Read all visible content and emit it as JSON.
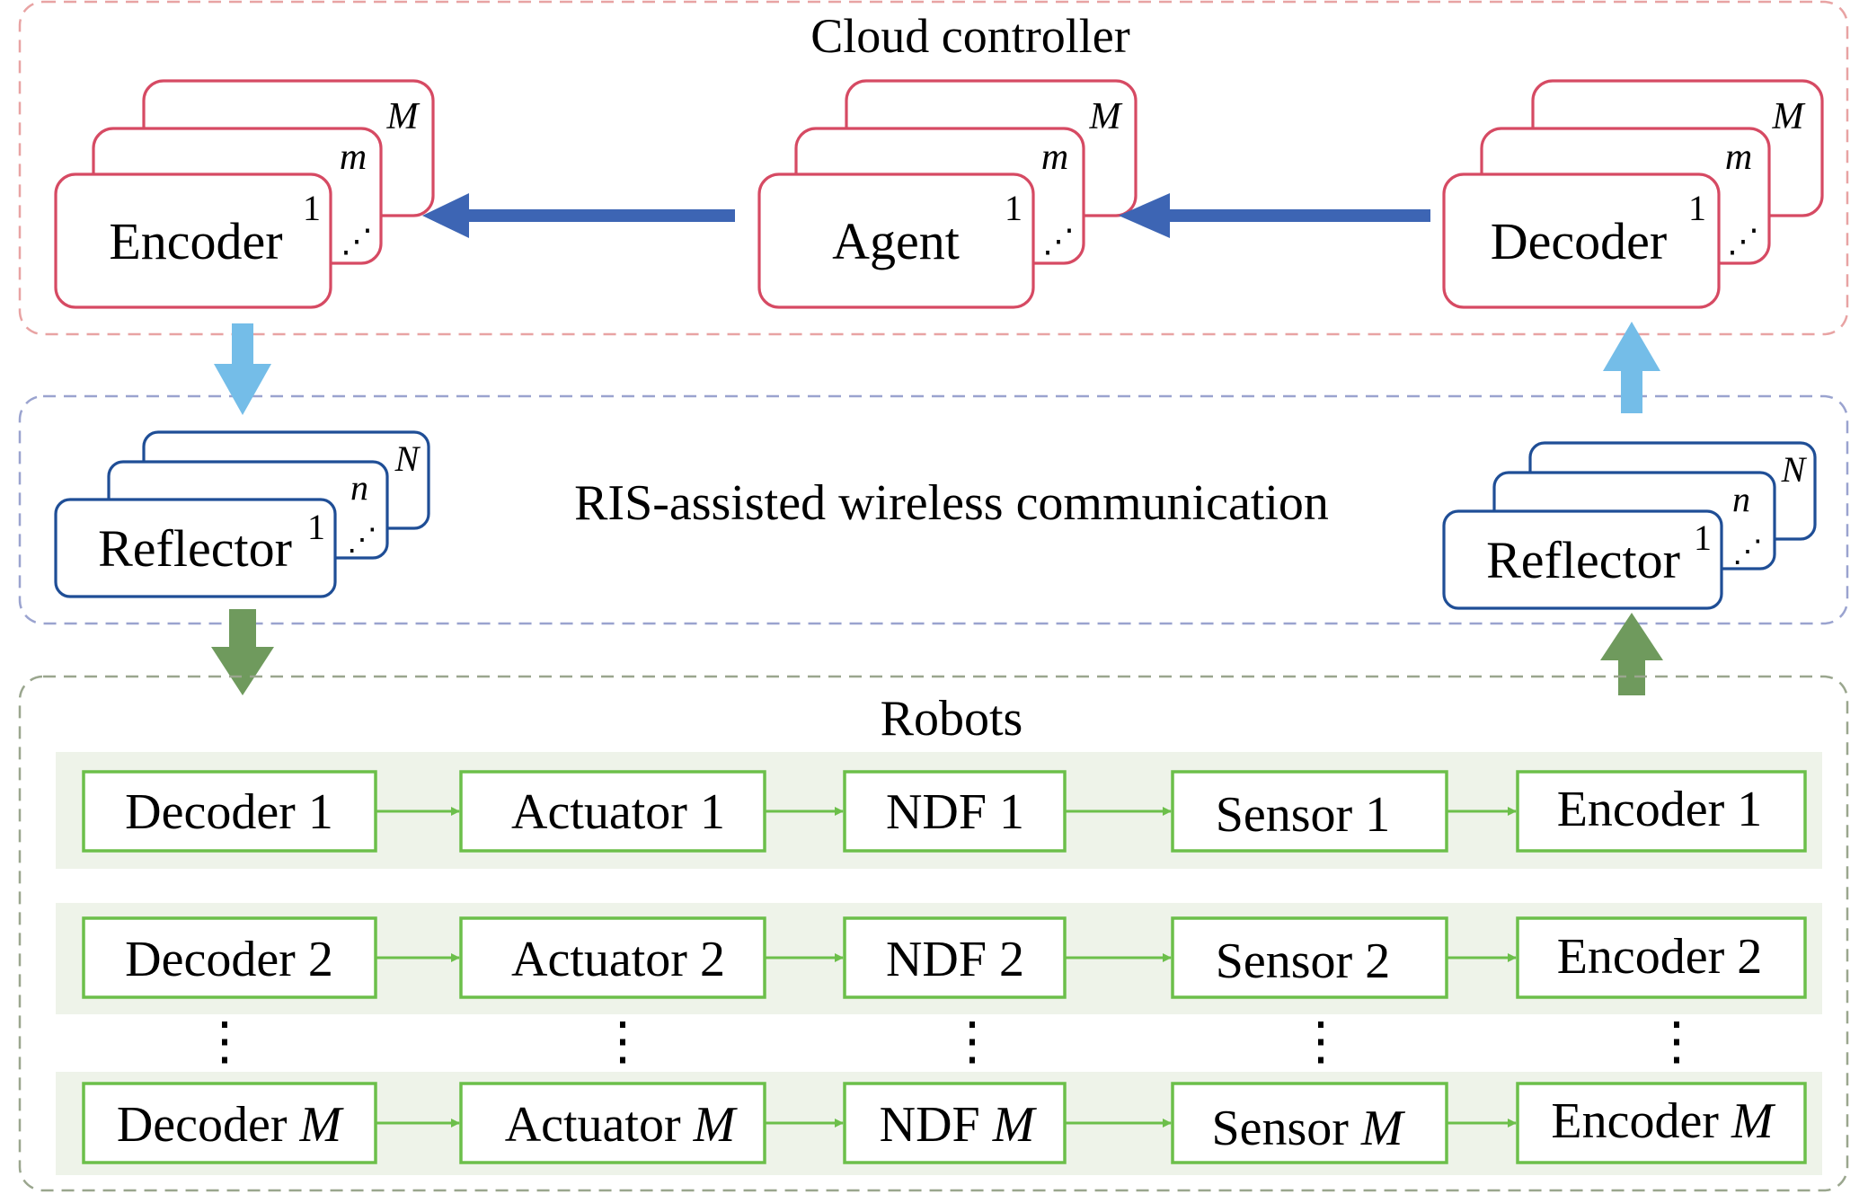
{
  "colors": {
    "cloud_border": "#e8a3a3",
    "ris_border": "#9aa3cf",
    "robots_border": "#9aa68e",
    "cloud_box": "#d64a63",
    "ris_box": "#1f4e96",
    "robot_box": "#6cbf4a",
    "robot_row_bg": "#eef3e9",
    "dark_blue_arrow": "#3d65b4",
    "light_blue_arrow": "#74bde8",
    "green_arrow": "#6f9a5d",
    "thin_green_arrow": "#6cbf4a"
  },
  "regions": {
    "cloud": {
      "title": "Cloud controller"
    },
    "ris": {
      "title": "RIS-assisted wireless communication"
    },
    "robots": {
      "title": "Robots"
    }
  },
  "cloud_stacks": [
    {
      "label": "Encoder",
      "layer_1": "1",
      "layer_m": "m",
      "layer_M": "M",
      "dots": "⋰"
    },
    {
      "label": "Agent",
      "layer_1": "1",
      "layer_m": "m",
      "layer_M": "M",
      "dots": "⋰"
    },
    {
      "label": "Decoder",
      "layer_1": "1",
      "layer_m": "m",
      "layer_M": "M",
      "dots": "⋰"
    }
  ],
  "ris_stacks": [
    {
      "label": "Reflector",
      "layer_1": "1",
      "layer_n": "n",
      "layer_N": "N",
      "dots": "⋰"
    },
    {
      "label": "Reflector",
      "layer_1": "1",
      "layer_n": "n",
      "layer_N": "N",
      "dots": "⋰"
    }
  ],
  "robot_rows": [
    {
      "decoder": "Decoder 1",
      "actuator": "Actuator 1",
      "ndf": "NDF 1",
      "sensor": "Sensor 1",
      "encoder": "Encoder 1"
    },
    {
      "decoder": "Decoder 2",
      "actuator": "Actuator 2",
      "ndf": "NDF 2",
      "sensor": "Sensor 2",
      "encoder": "Encoder 2"
    }
  ],
  "robot_row_last": {
    "decoder": {
      "prefix": "Decoder ",
      "var": "M"
    },
    "actuator": {
      "prefix": "Actuator ",
      "var": "M"
    },
    "ndf": {
      "prefix": "NDF ",
      "var": "M"
    },
    "sensor": {
      "prefix": "Sensor ",
      "var": "M"
    },
    "encoder": {
      "prefix": "Encoder ",
      "var": "M"
    }
  },
  "vertical_dots": "⋮"
}
